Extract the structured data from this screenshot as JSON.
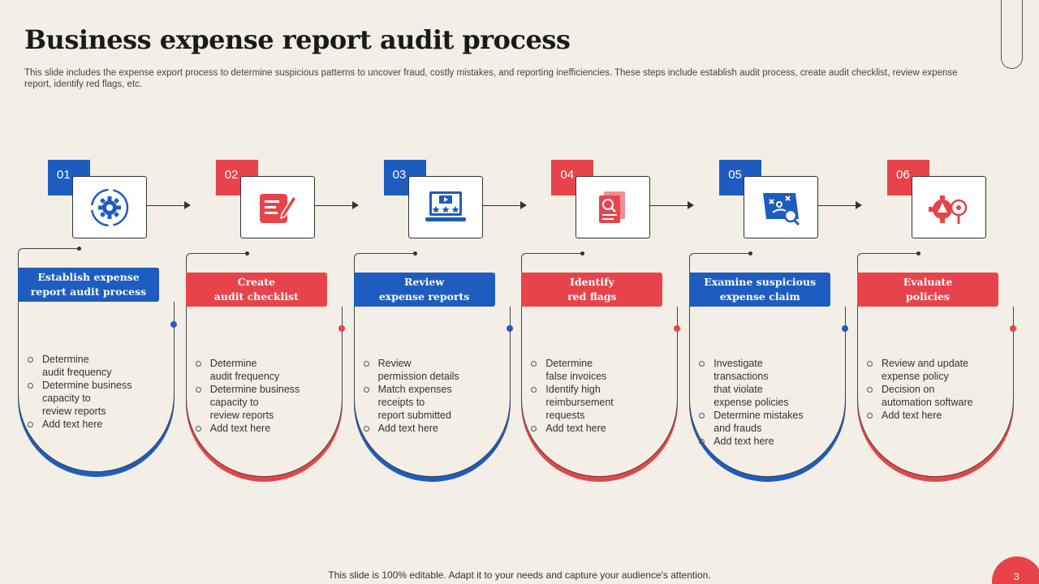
{
  "title": "Business expense report audit process",
  "subtitle": "This slide includes the expense export process to determine suspicious patterns to uncover fraud, costly mistakes, and reporting inefficiencies.  These steps include establish audit process, create audit checklist, review expense report, identify red flags, etc.",
  "footer": "This slide is 100% editable. Adapt it to your needs and capture your audience's attention.",
  "page_number": "3",
  "colors": {
    "blue": "#1e5cbf",
    "red": "#e8434b",
    "background": "#f3efe7"
  },
  "steps": [
    {
      "number": "01",
      "icon": "gear-cycle-icon",
      "title_line1": "Establish expense",
      "title_line2": "report audit process",
      "bullets": [
        [
          "Determine",
          "audit frequency"
        ],
        [
          "Determine business",
          "capacity to",
          "review  reports"
        ],
        [
          "Add text here"
        ]
      ]
    },
    {
      "number": "02",
      "icon": "checklist-pen-icon",
      "title_line1": "Create",
      "title_line2": "audit checklist",
      "bullets": [
        [
          "Determine",
          "audit frequency"
        ],
        [
          "Determine business",
          "capacity to",
          "review  reports"
        ],
        [
          "Add text here"
        ]
      ]
    },
    {
      "number": "03",
      "icon": "laptop-video-rating-icon",
      "title_line1": "Review",
      "title_line2": "expense reports",
      "bullets": [
        [
          "Review",
          "permission details"
        ],
        [
          "Match expenses",
          "receipts to",
          "report  submitted"
        ],
        [
          "Add text here"
        ]
      ]
    },
    {
      "number": "04",
      "icon": "document-magnifier-icon",
      "title_line1": "Identify",
      "title_line2": "red flags",
      "bullets": [
        [
          "Determine",
          " false invoices"
        ],
        [
          "Identify high",
          "reimbursement",
          "requests"
        ],
        [
          "Add text here"
        ]
      ]
    },
    {
      "number": "05",
      "icon": "strategy-search-icon",
      "title_line1": "Examine  suspicious",
      "title_line2": "expense claim",
      "bullets": [
        [
          "Investigate  transactions",
          "that violate",
          " expense policies"
        ],
        [
          "Determine  mistakes",
          "and frauds"
        ],
        [
          "Add text here"
        ]
      ]
    },
    {
      "number": "06",
      "icon": "policy-gear-magnifier-icon",
      "title_line1": "Evaluate",
      "title_line2": "policies",
      "bullets": [
        [
          "Review  and update",
          "expense policy"
        ],
        [
          "Decision  on",
          "automation software"
        ],
        [
          "Add text here"
        ]
      ]
    }
  ]
}
